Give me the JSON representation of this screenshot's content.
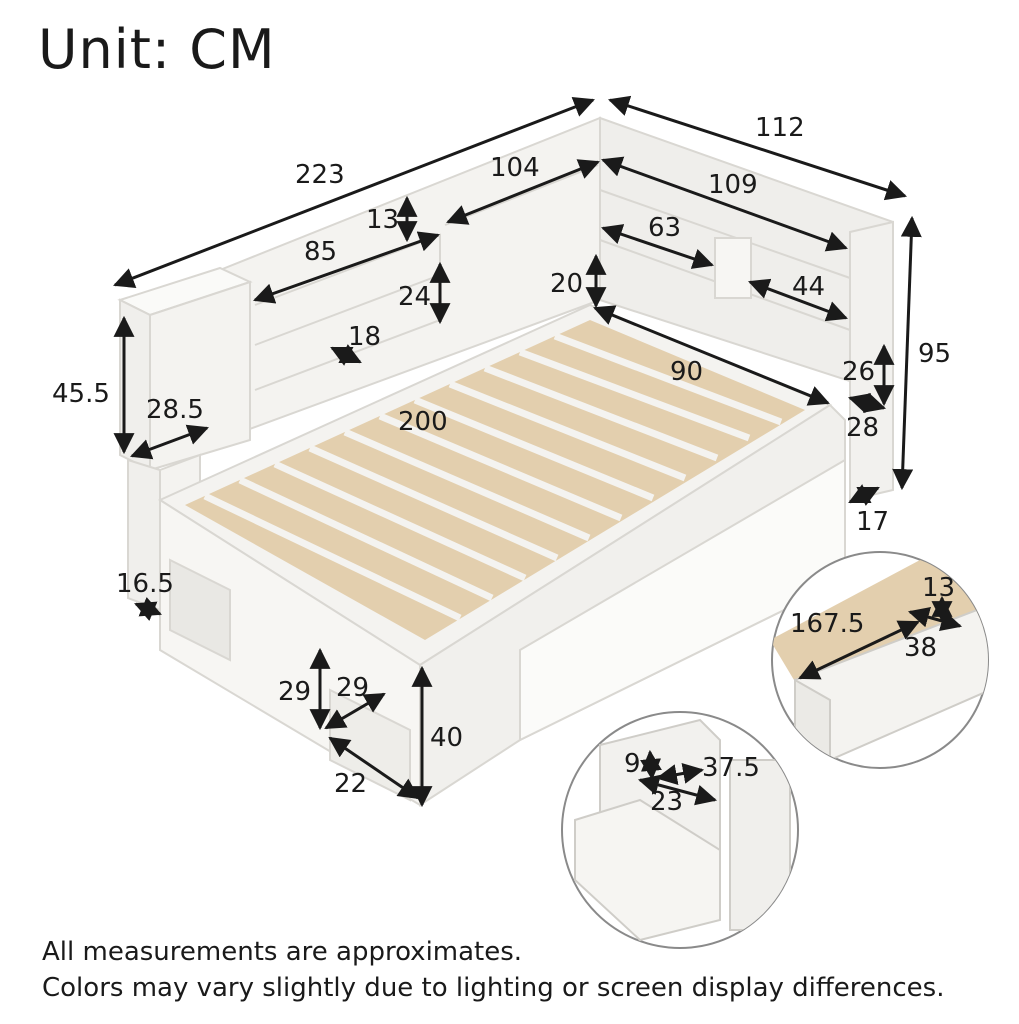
{
  "title": "Unit: CM",
  "dims": {
    "d223": "223",
    "d112": "112",
    "d104": "104",
    "d109": "109",
    "d13a": "13",
    "d85": "85",
    "d63": "63",
    "d24": "24",
    "d20": "20",
    "d44": "44",
    "d95": "95",
    "d18": "18",
    "d90": "90",
    "d26": "26",
    "d45_5": "45.5",
    "d28_5": "28.5",
    "d200": "200",
    "d28": "28",
    "d17": "17",
    "d16_5": "16.5",
    "d13b": "13",
    "d167_5": "167.5",
    "d38": "38",
    "d29a": "29",
    "d29b": "29",
    "d40": "40",
    "d22": "22",
    "d9": "9",
    "d37_5": "37.5",
    "d23": "23"
  },
  "notes": {
    "line1": "All measurements are approximates.",
    "line2": "Colors may vary slightly due to lighting or screen display differences."
  },
  "colors": {
    "furniture": "#f4f3f0",
    "edge": "#d9d7d2",
    "slat": "#e3cfae",
    "slat_dark": "#c9b18c",
    "arrow": "#1a1a1a",
    "circle_border": "#8a8a8a"
  }
}
